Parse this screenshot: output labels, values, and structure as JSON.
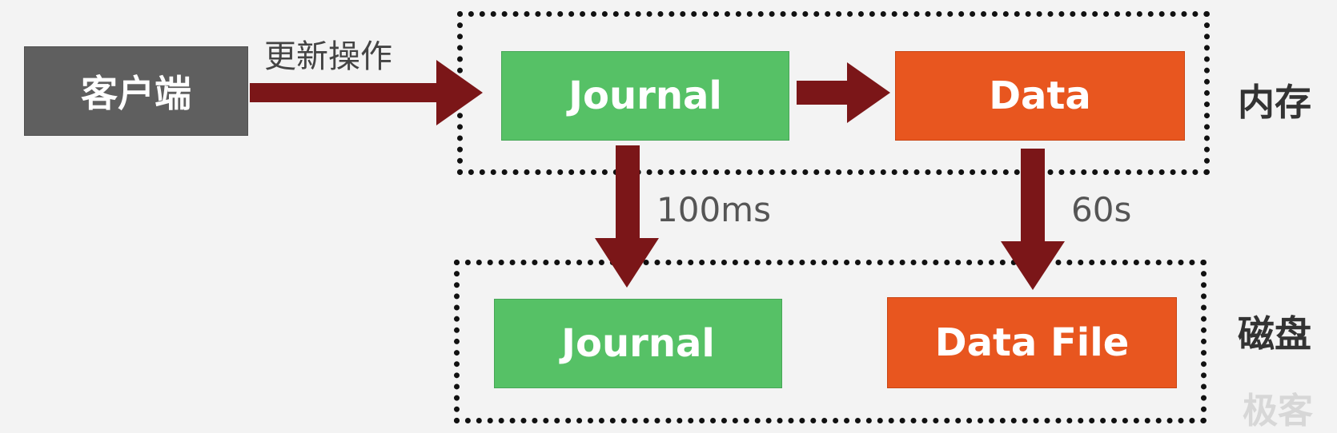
{
  "diagram": {
    "client_label": "客户端",
    "update_label": "更新操作",
    "memory_label": "内存",
    "disk_label": "磁盘",
    "journal_memory_label": "Journal",
    "data_memory_label": "Data",
    "journal_disk_label": "Journal",
    "data_disk_label": "Data File",
    "journal_flush_interval": "100ms",
    "data_flush_interval": "60s",
    "watermark": "极客"
  },
  "colors": {
    "client": "#5f5f5f",
    "journal": "#56c166",
    "data": "#e8561f",
    "arrow": "#7b1618",
    "border": "#111111"
  }
}
